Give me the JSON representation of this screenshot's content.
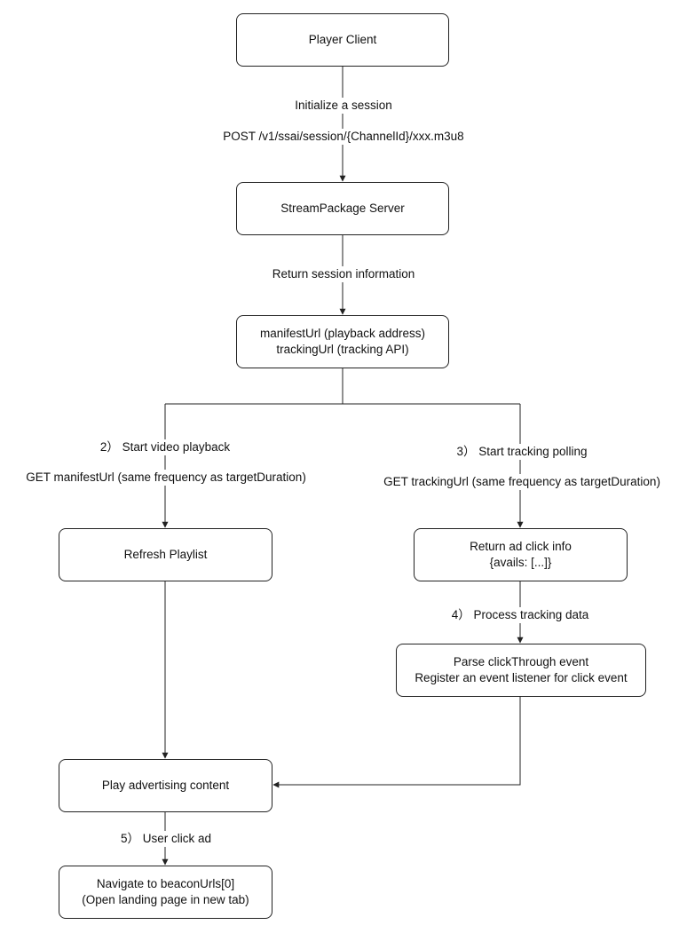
{
  "nodes": {
    "player_client": [
      "Player Client"
    ],
    "streampackage_server": [
      "StreamPackage Server"
    ],
    "session_info": [
      "manifestUrl (playback address)",
      "trackingUrl (tracking API)"
    ],
    "refresh_playlist": [
      "Refresh Playlist"
    ],
    "return_ad_click_info": [
      "Return ad click info",
      "{avails: [...]}"
    ],
    "parse_clickthrough": [
      "Parse clickThrough event",
      "Register an event listener for click event"
    ],
    "play_ad_content": [
      "Play advertising content"
    ],
    "navigate_beacon": [
      "Navigate to beaconUrls[0]",
      "(Open landing page in new tab)"
    ]
  },
  "labels": {
    "init_session": "Initialize a session",
    "post_request": "POST /v1/ssai/session/{ChannelId}/xxx.m3u8",
    "return_session": "Return session information",
    "start_playback": "2） Start video playback",
    "get_manifest": "GET manifestUrl (same frequency as targetDuration)",
    "start_tracking": "3） Start tracking polling",
    "get_tracking": "GET trackingUrl (same frequency as targetDuration)",
    "process_tracking": "4） Process tracking data",
    "user_click": "5） User click ad"
  },
  "colors": {
    "stroke": "#222222",
    "text": "#111111",
    "background": "#ffffff"
  }
}
